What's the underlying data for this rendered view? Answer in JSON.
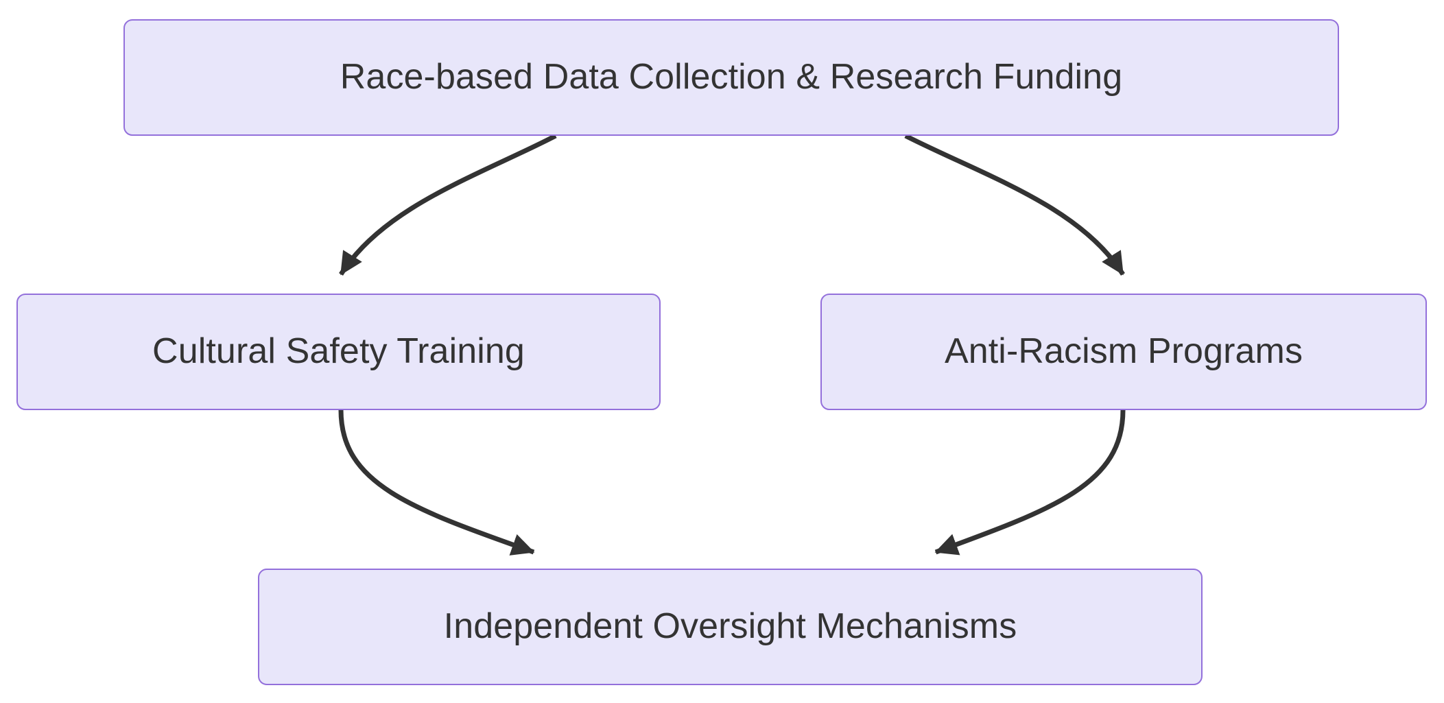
{
  "diagram": {
    "type": "flowchart",
    "direction": "top-down",
    "background_color": "#ffffff",
    "node_fill_color": "#e8e6fa",
    "node_border_color": "#9370db",
    "node_text_color": "#333333",
    "edge_color": "#333333",
    "nodes": [
      {
        "id": "race_data",
        "label": "Race-based Data Collection & Research Funding"
      },
      {
        "id": "cultural",
        "label": "Cultural Safety Training"
      },
      {
        "id": "antiracism",
        "label": "Anti-Racism Programs"
      },
      {
        "id": "oversight",
        "label": "Independent Oversight Mechanisms"
      }
    ],
    "edges": [
      {
        "from": "race_data",
        "to": "cultural",
        "label": "",
        "arrow": "filled-triangle"
      },
      {
        "from": "race_data",
        "to": "antiracism",
        "label": "",
        "arrow": "filled-triangle"
      },
      {
        "from": "cultural",
        "to": "oversight",
        "label": "",
        "arrow": "filled-triangle"
      },
      {
        "from": "antiracism",
        "to": "oversight",
        "label": "",
        "arrow": "filled-triangle"
      }
    ]
  }
}
